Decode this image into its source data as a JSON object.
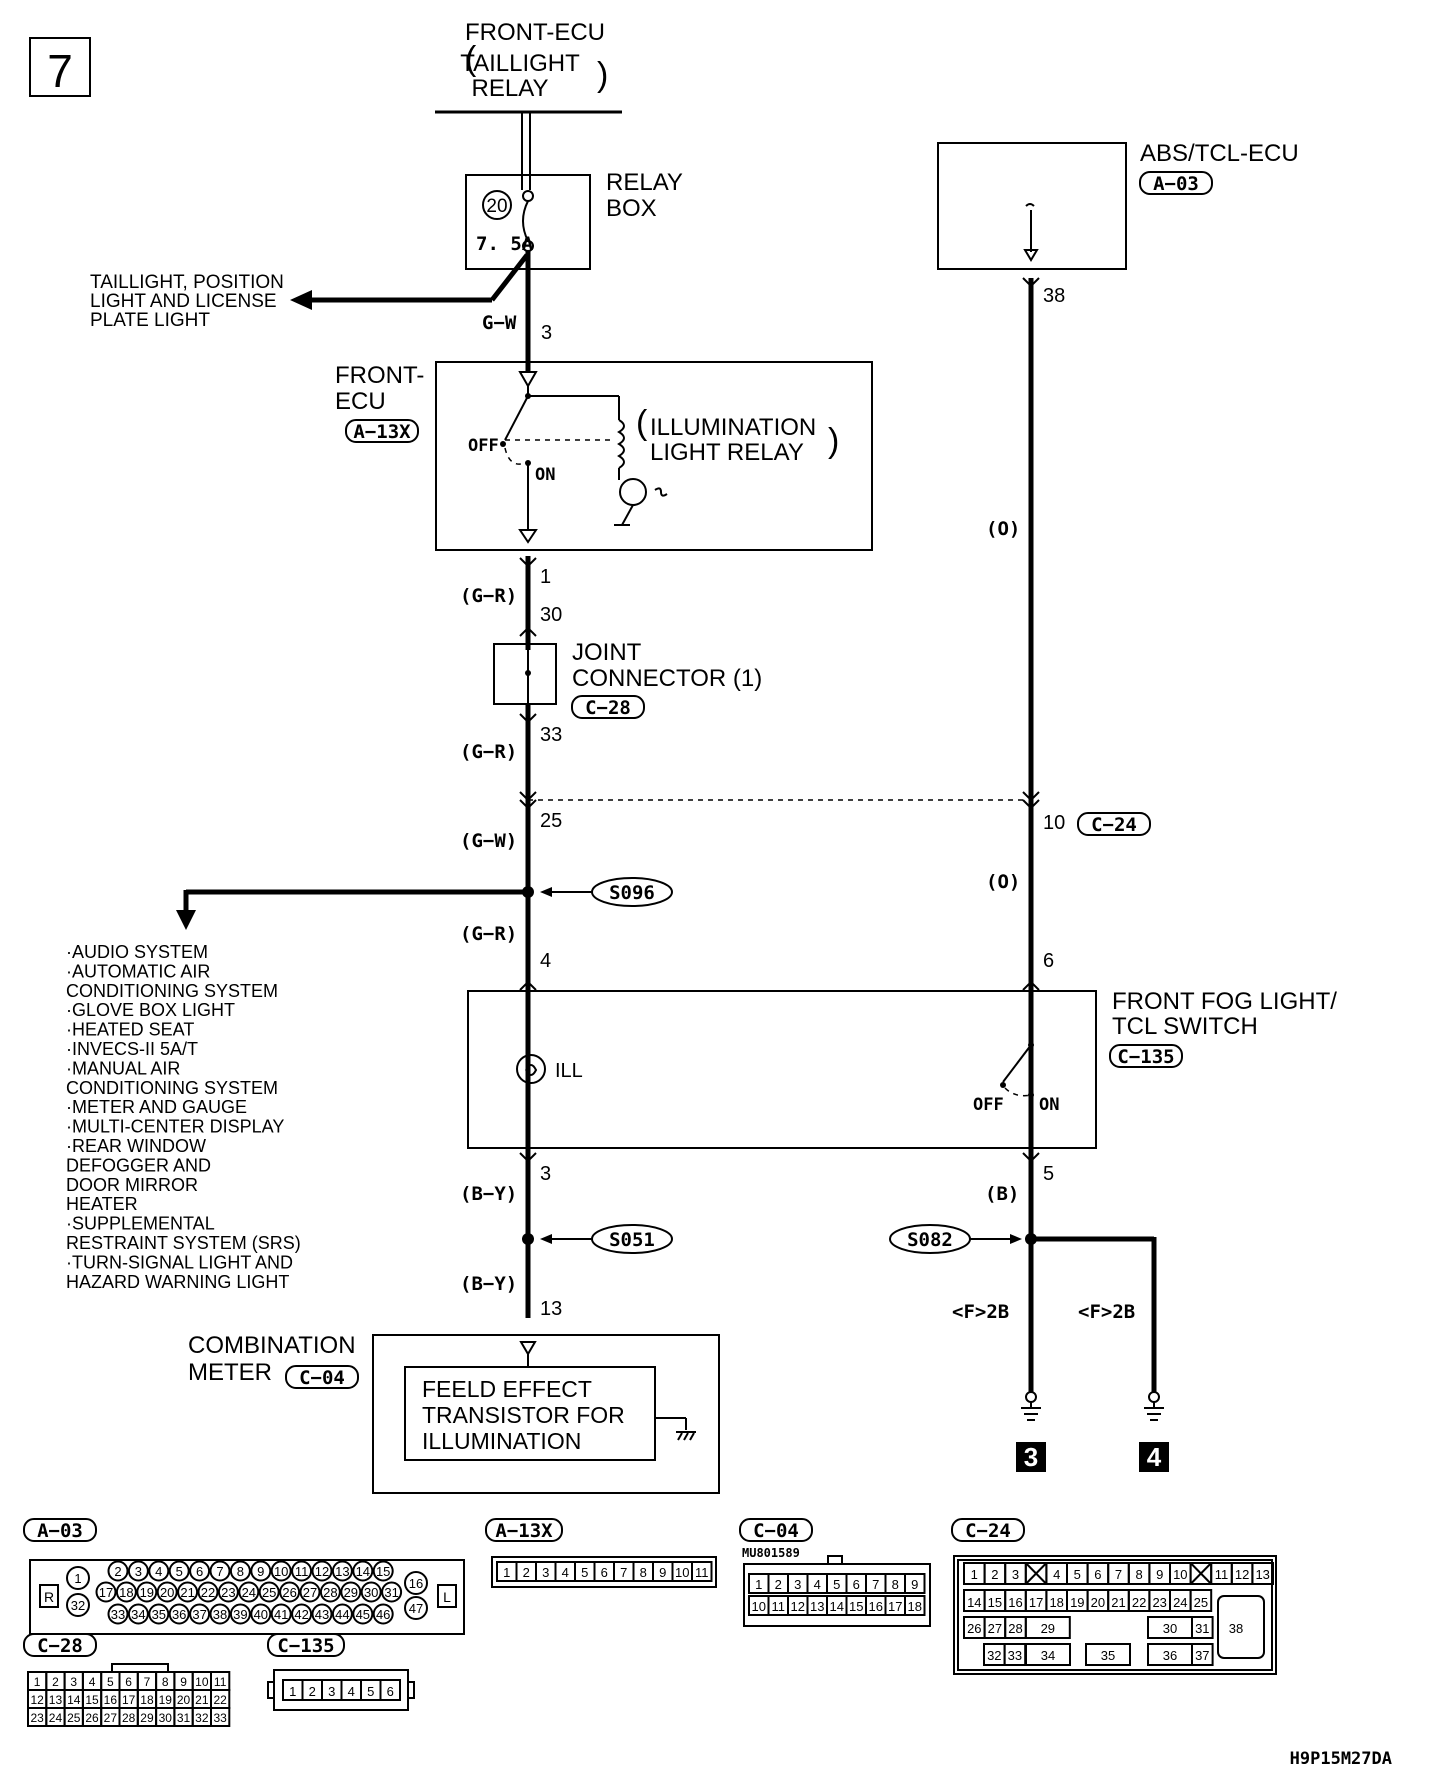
{
  "page_number": "7",
  "diagram_id": "H9P15M27DA",
  "top_source": {
    "line1": "FRONT-ECU",
    "line2": "TAILLIGHT",
    "line3": "RELAY"
  },
  "relay_box": {
    "label1": "RELAY",
    "label2": "BOX",
    "fuse_number": "20",
    "fuse_rating": "7. 5A"
  },
  "taillight_branch": {
    "line1": "TAILLIGHT, POSITION",
    "line2": "LIGHT AND LICENSE",
    "line3": "PLATE LIGHT"
  },
  "wire_gw_top": "G−W",
  "pin_3_top": "3",
  "front_ecu": {
    "label1": "FRONT-",
    "label2": "ECU",
    "connector": "A−13X",
    "relay_line1": "ILLUMINATION",
    "relay_line2": "LIGHT RELAY",
    "off": "OFF",
    "on": "ON"
  },
  "pin_1": "1",
  "wire_gr_1": "(G−R)",
  "pin_30": "30",
  "joint_connector": {
    "line1": "JOINT",
    "line2": "CONNECTOR (1)",
    "connector": "C−28"
  },
  "pin_33": "33",
  "wire_gr_2": "(G−R)",
  "pin_25": "25",
  "wire_gw_2": "(G−W)",
  "splice_s096": "S096",
  "wire_gr_3": "(G−R)",
  "pin_4": "4",
  "abs_ecu": {
    "label": "ABS/TCL-ECU",
    "connector": "A−03"
  },
  "pin_38": "38",
  "wire_o_1": "(O)",
  "pin_10": "10",
  "c24_tag": "C−24",
  "wire_o_2": "(O)",
  "pin_6": "6",
  "fog_switch": {
    "line1": "FRONT FOG LIGHT/",
    "line2": "TCL SWITCH",
    "connector": "C−135",
    "off": "OFF",
    "on": "ON"
  },
  "ill_label": "ILL",
  "pin_3_low": "3",
  "wire_by_1": "(B−Y)",
  "splice_s051": "S051",
  "wire_by_2": "(B−Y)",
  "pin_13": "13",
  "pin_5": "5",
  "wire_b": "(B)",
  "splice_s082": "S082",
  "ground_ref_1": "<F>2B",
  "ground_ref_2": "<F>2B",
  "ground_box_3": "3",
  "ground_box_4": "4",
  "combination_meter": {
    "line1": "COMBINATION",
    "line2": "METER",
    "connector": "C−04",
    "inner1": "FEELD EFFECT",
    "inner2": "TRANSISTOR FOR",
    "inner3": "ILLUMINATION"
  },
  "system_list": [
    "·AUDIO SYSTEM",
    "·AUTOMATIC AIR",
    " CONDITIONING SYSTEM",
    "·GLOVE BOX LIGHT",
    "·HEATED SEAT",
    "·INVECS-II 5A/T",
    "·MANUAL AIR",
    " CONDITIONING SYSTEM",
    "·METER AND GAUGE",
    "·MULTI-CENTER DISPLAY",
    "·REAR WINDOW",
    " DEFOGGER AND",
    " DOOR MIRROR",
    " HEATER",
    "·SUPPLEMENTAL",
    " RESTRAINT SYSTEM (SRS)",
    "·TURN-SIGNAL LIGHT AND",
    " HAZARD WARNING LIGHT"
  ],
  "connectors": {
    "a03": {
      "label": "A−03",
      "r": "R",
      "l": "L",
      "pin_1": "1",
      "pin_32": "32",
      "pin_16": "16",
      "pin_47": "47",
      "row1": [
        "2",
        "3",
        "4",
        "5",
        "6",
        "7",
        "8",
        "9",
        "10",
        "11",
        "12",
        "13",
        "14",
        "15"
      ],
      "row2": [
        "17",
        "18",
        "19",
        "20",
        "21",
        "22",
        "23",
        "24",
        "25",
        "26",
        "27",
        "28",
        "29",
        "30",
        "31"
      ],
      "row3": [
        "33",
        "34",
        "35",
        "36",
        "37",
        "38",
        "39",
        "40",
        "41",
        "42",
        "43",
        "44",
        "45",
        "46"
      ]
    },
    "a13x": {
      "label": "A−13X",
      "pins": [
        "1",
        "2",
        "3",
        "4",
        "5",
        "6",
        "7",
        "8",
        "9",
        "10",
        "11"
      ]
    },
    "c04": {
      "label": "C−04",
      "part": "MU801589",
      "row1": [
        "1",
        "2",
        "3",
        "4",
        "5",
        "6",
        "7",
        "8",
        "9"
      ],
      "row2": [
        "10",
        "11",
        "12",
        "13",
        "14",
        "15",
        "16",
        "17",
        "18"
      ]
    },
    "c24": {
      "label": "C−24",
      "row1": [
        "1",
        "2",
        "3",
        "",
        "4",
        "5",
        "6",
        "7",
        "8",
        "9",
        "10",
        "",
        "11",
        "12",
        "13"
      ],
      "row2": [
        "14",
        "15",
        "16",
        "17",
        "18",
        "19",
        "20",
        "21",
        "22",
        "23",
        "24",
        "25"
      ],
      "row3": [
        "26",
        "27",
        "28",
        "29",
        "30",
        "31"
      ],
      "row4": [
        "32",
        "33",
        "34",
        "35",
        "36",
        "37"
      ],
      "pin_38": "38"
    },
    "c28": {
      "label": "C−28",
      "row1": [
        "1",
        "2",
        "3",
        "4",
        "5",
        "6",
        "7",
        "8",
        "9",
        "10",
        "11"
      ],
      "row2": [
        "12",
        "13",
        "14",
        "15",
        "16",
        "17",
        "18",
        "19",
        "20",
        "21",
        "22"
      ],
      "row3": [
        "23",
        "24",
        "25",
        "26",
        "27",
        "28",
        "29",
        "30",
        "31",
        "32",
        "33"
      ]
    },
    "c135": {
      "label": "C−135",
      "pins": [
        "1",
        "2",
        "3",
        "4",
        "5",
        "6"
      ]
    }
  }
}
